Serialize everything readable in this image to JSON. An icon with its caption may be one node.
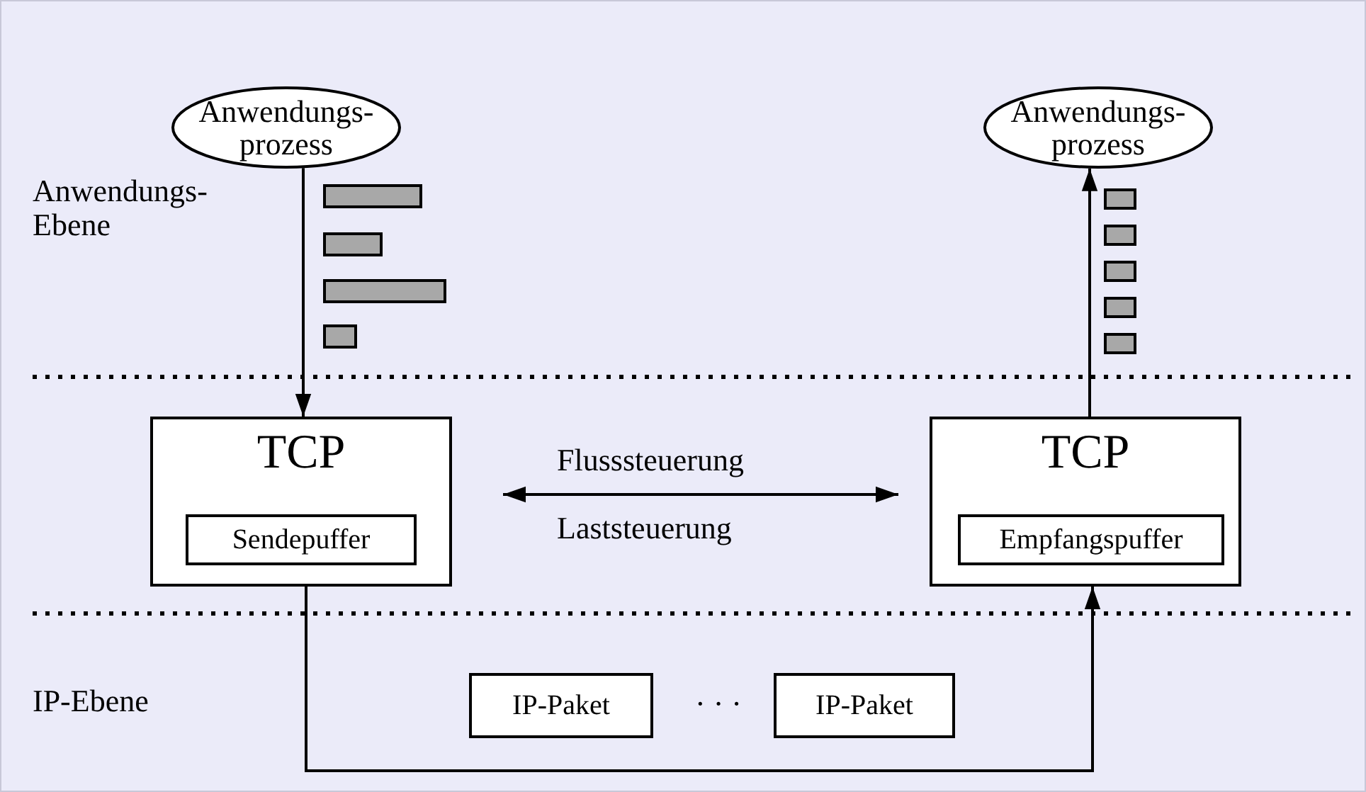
{
  "diagram": {
    "nodes": [
      {
        "text": [
          "Anwendungs- prozess"
        ]
      },
      {
        "text": [
          "Anwendungs- prozess"
        ]
      },
      {
        "text": [
          "TCP"
        ]
      },
      {
        "text": [
          "Sendepuffer"
        ],
        "in": 2
      },
      {
        "text": [
          "TCP"
        ]
      },
      {
        "text": [
          "Empfangspuffer"
        ],
        "in": 4
      },
      {
        "text": [
          "IP-Paket"
        ]
      },
      {
        "text": [
          "IP-Paket"
        ]
      }
    ],
    "edges": [
      {
        "from": 0,
        "to": 2,
        "arrow": "to"
      },
      {
        "from": 4,
        "to": 1,
        "arrow": "to"
      },
      {
        "from": 2,
        "to": 4,
        "arrow": "both"
      },
      {
        "from": 2,
        "to": 4,
        "arrow": "to"
      }
    ],
    "labels": [
      "Anwendungs- Ebene",
      "Flusssteuerung",
      "Laststeuerung",
      "IP-Ebene",
      "· · ·"
    ]
  }
}
